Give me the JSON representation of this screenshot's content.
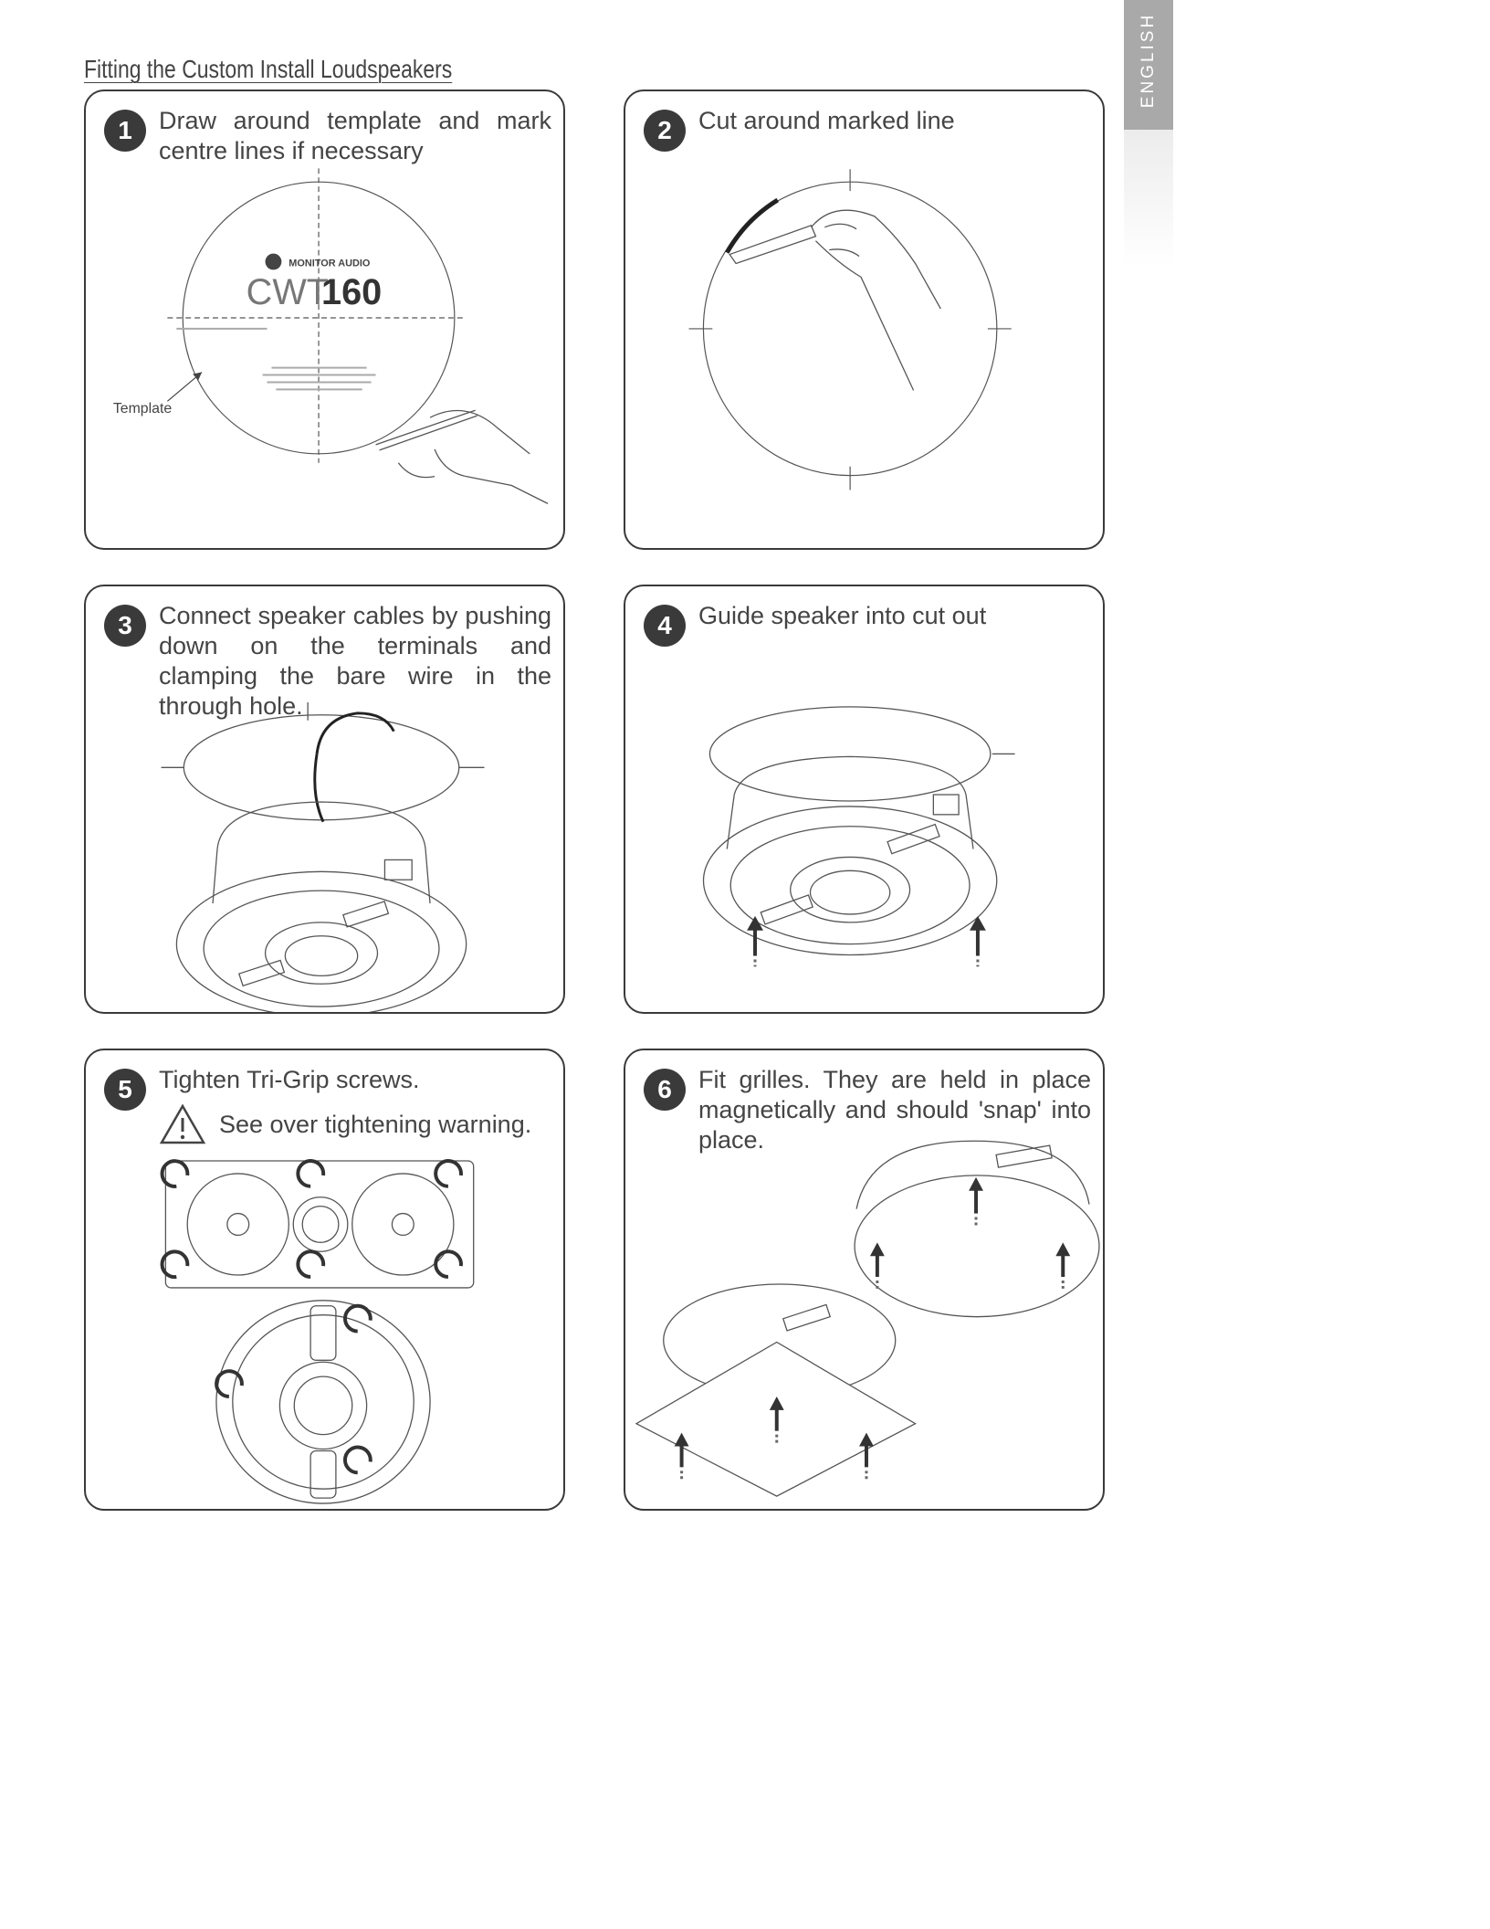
{
  "language_tab": "ENGLISH",
  "page_title": "Fitting the Custom Install Loudspeakers",
  "steps": [
    {
      "number": "1",
      "text": "Draw around template and mark centre lines if necessary"
    },
    {
      "number": "2",
      "text": "Cut around marked line"
    },
    {
      "number": "3",
      "text": "Connect speaker cables by pushing down on the terminals and clamping the bare wire in the through hole."
    },
    {
      "number": "4",
      "text": "Guide speaker into cut out"
    },
    {
      "number": "5",
      "text": "Tighten Tri-Grip screws.",
      "warning": "See over tightening warning."
    },
    {
      "number": "6",
      "text": "Fit grilles. They are held in place magnetically and should 'snap' into place."
    }
  ],
  "template": {
    "label": "Template",
    "brand": "MONITOR AUDIO",
    "model_light": "CWT",
    "model_bold": "160"
  },
  "colors": {
    "line": "#3a3a3a",
    "badge": "#3a3a3a",
    "tab": "#a9a9a9"
  }
}
